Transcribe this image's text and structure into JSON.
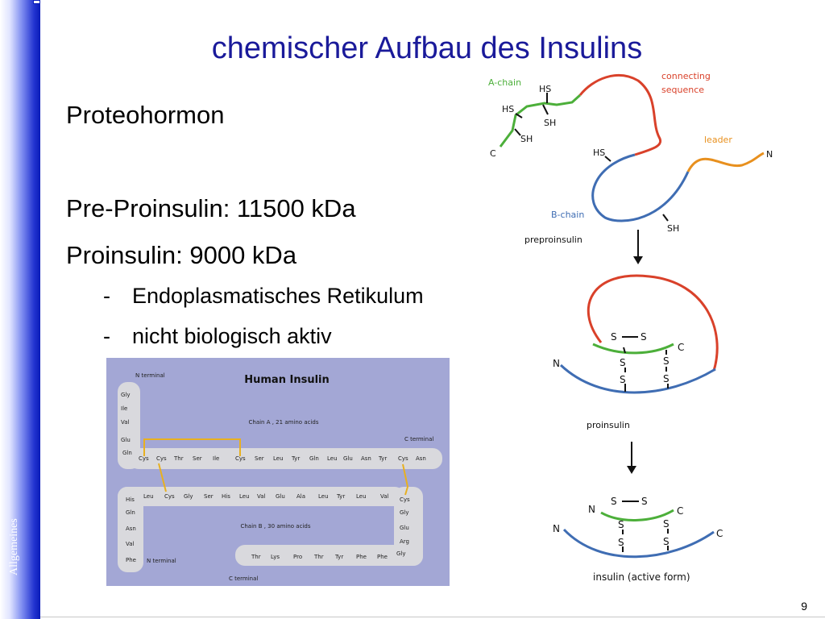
{
  "slide": {
    "title": "chemischer Aufbau des Insulins",
    "sidebar_label": "Allgemeines",
    "page_number": "9",
    "bullets": [
      "Proteohormon",
      "Pre-Proinsulin: 11500 kDa",
      "Proinsulin: 9000 kDa"
    ],
    "sub_bullets": [
      {
        "dash": "-",
        "text": "Endoplasmatisches Retikulum"
      },
      {
        "dash": "-",
        "text": "nicht biologisch aktiv"
      }
    ]
  },
  "human_insulin": {
    "title": "Human Insulin",
    "n_terminal_a": "N terminal",
    "c_terminal_a": "C terminal",
    "chain_a_label": "Chain A ,  21 amino acids",
    "chain_b_label": "Chain B ,  30 amino acids",
    "n_terminal_b": "N terminal",
    "c_terminal_b": "C terminal",
    "chain_a_vertical": [
      "Gly",
      "Ile",
      "Val",
      "Glu",
      "Gln"
    ],
    "chain_a_horizontal": [
      "Cys",
      "Cys",
      "Thr",
      "Ser",
      "Ile",
      "Cys",
      "Ser",
      "Leu",
      "Tyr",
      "Gln",
      "Leu",
      "Glu",
      "Asn",
      "Tyr",
      "Cys",
      "Asn"
    ],
    "chain_b_top": [
      "Leu",
      "Cys",
      "Gly",
      "Ser",
      "His",
      "Leu",
      "Val",
      "Glu",
      "Ala",
      "Leu",
      "Tyr",
      "Leu",
      "Val"
    ],
    "chain_b_left": [
      "His",
      "Gln",
      "Asn",
      "Val",
      "Phe"
    ],
    "chain_b_right": [
      "Cys",
      "Gly",
      "Glu",
      "Arg",
      "Gly"
    ],
    "chain_b_bottom": [
      "Thr",
      "Lys",
      "Pro",
      "Thr",
      "Tyr",
      "Phe",
      "Phe"
    ]
  },
  "diagram": {
    "a_chain": "A-chain",
    "hs_1": "HS",
    "hs_2": "HS",
    "sh_1": "SH",
    "sh_2": "SH",
    "c_a": "C",
    "connecting": "connecting",
    "sequence": "sequence",
    "leader": "leader",
    "n_pre": "N",
    "hs_b": "HS",
    "b_chain": "B-chain",
    "sh_b": "SH",
    "preproinsulin": "preproinsulin",
    "pro_s1": "S",
    "pro_s2": "S",
    "pro_c": "C",
    "pro_n": "N",
    "pro_s3": "S",
    "pro_s4": "S",
    "pro_s5": "S",
    "pro_s6": "S",
    "proinsulin": "proinsulin",
    "ins_s1": "S",
    "ins_s2": "S",
    "ins_n1": "N",
    "ins_c1": "C",
    "ins_s3": "S",
    "ins_s4": "S",
    "ins_s5": "S",
    "ins_s6": "S",
    "ins_n2": "N",
    "ins_c2": "C",
    "insulin": "insulin (active form)",
    "colors": {
      "a_chain": "#4caf3a",
      "b_chain": "#3f6db3",
      "connecting": "#d9412a",
      "leader": "#e8901e"
    }
  }
}
